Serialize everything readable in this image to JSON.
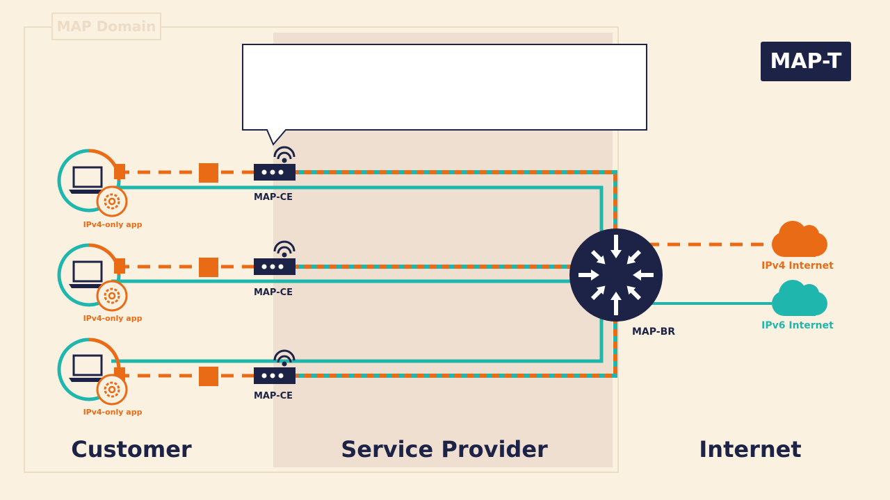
{
  "domain_label": "MAP Domain",
  "mode_badge": "MAP-T",
  "callout_text": "",
  "customers": [
    {
      "ce_label": "MAP-CE",
      "app_label": "IPv4-only app"
    },
    {
      "ce_label": "MAP-CE",
      "app_label": "IPv4-only app"
    },
    {
      "ce_label": "MAP-CE",
      "app_label": "IPv4-only app"
    }
  ],
  "br_label": "MAP-BR",
  "internet": {
    "ipv4_label": "IPv4 Internet",
    "ipv6_label": "IPv6 Internet"
  },
  "zones": {
    "customer": "Customer",
    "provider": "Service Provider",
    "internet": "Internet"
  },
  "colors": {
    "background": "#fbf1e1",
    "provider_zone": "#efdfd1",
    "navy": "#1c2346",
    "ipv4_orange": "#ea6b16",
    "ipv6_teal": "#1fb7ad",
    "domain_border": "#eddcc6"
  },
  "icons": [
    "laptop-icon",
    "gear-icon",
    "router-icon",
    "wifi-icon",
    "packet-icon",
    "cloud-icon",
    "border-relay-icon"
  ]
}
